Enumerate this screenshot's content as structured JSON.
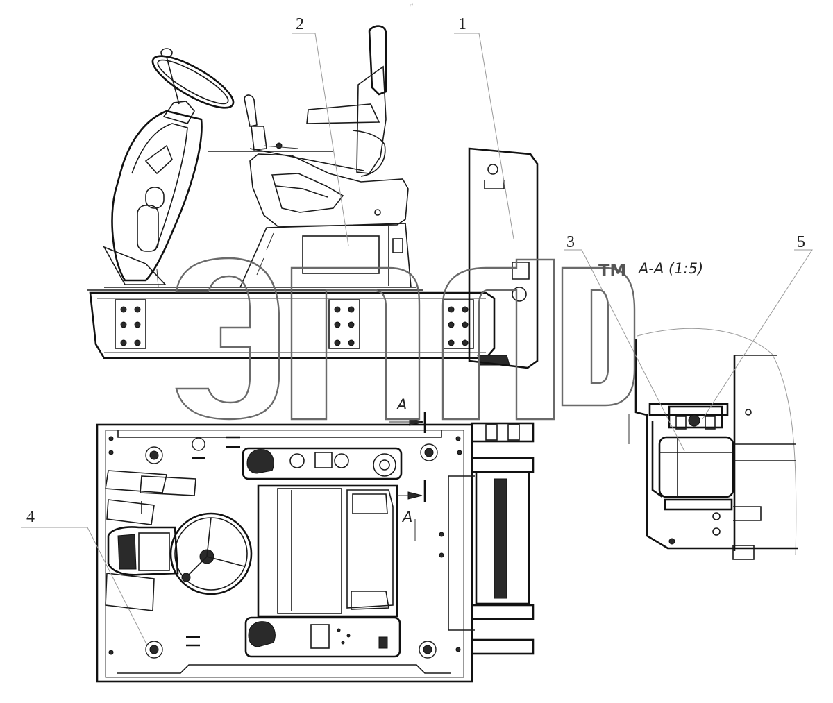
{
  "header_mark": "r\" ---",
  "callouts": [
    {
      "id": "1",
      "label": "1"
    },
    {
      "id": "2",
      "label": "2"
    },
    {
      "id": "3",
      "label": "3"
    },
    {
      "id": "4",
      "label": "4"
    },
    {
      "id": "5",
      "label": "5"
    }
  ],
  "section": {
    "marker_top": "A",
    "marker_bottom": "A",
    "view_title": "A-A (1:5)"
  },
  "watermark": {
    "trademark": "TM"
  }
}
